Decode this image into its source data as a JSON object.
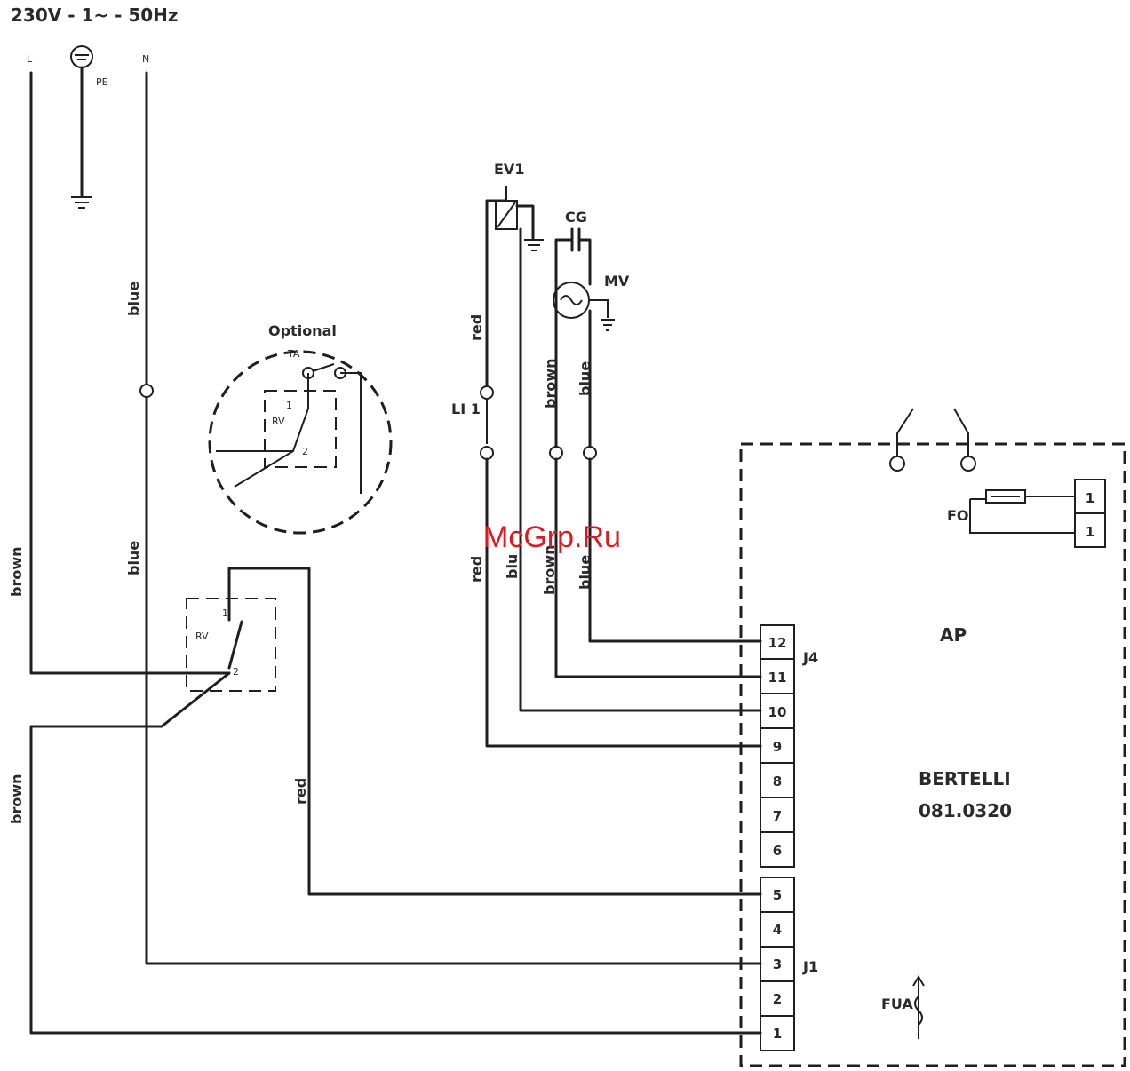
{
  "supply": {
    "title": "230V - 1~ - 50Hz",
    "line": "L",
    "earth": "PE",
    "neutral": "N"
  },
  "wire_colors": {
    "blue_upper": "blue",
    "blue_lower": "blue",
    "brown_upper": "brown",
    "brown_lower": "brown",
    "red_rv": "red",
    "red_li1": "red",
    "brown_mv": "brown",
    "blue_mv": "blue",
    "red_bus": "red",
    "blu_bus": "blu",
    "brown_bus": "brown",
    "blue_bus": "blue"
  },
  "optional": {
    "title": "Optional",
    "ta": "TA",
    "rv": "RV",
    "c1": "1",
    "c2": "2"
  },
  "rv": {
    "label": "RV",
    "c1": "1",
    "c2": "2"
  },
  "components": {
    "ev1": "EV1",
    "cg": "CG",
    "mv": "MV",
    "li1": "LI 1"
  },
  "board": {
    "label": "AP",
    "brand": "BERTELLI",
    "model": "081.0320",
    "fo": "FO",
    "fua": "FUA",
    "fuse_terms": [
      "1",
      "1"
    ],
    "j4": {
      "label": "J4",
      "pins": [
        "12",
        "11",
        "10",
        "9",
        "8",
        "7",
        "6"
      ]
    },
    "j1": {
      "label": "J1",
      "pins": [
        "5",
        "4",
        "3",
        "2",
        "1"
      ]
    }
  },
  "watermark": "McGrp.Ru",
  "colors": {
    "line": "#1f1f1f",
    "watermark": "#e0171f"
  }
}
